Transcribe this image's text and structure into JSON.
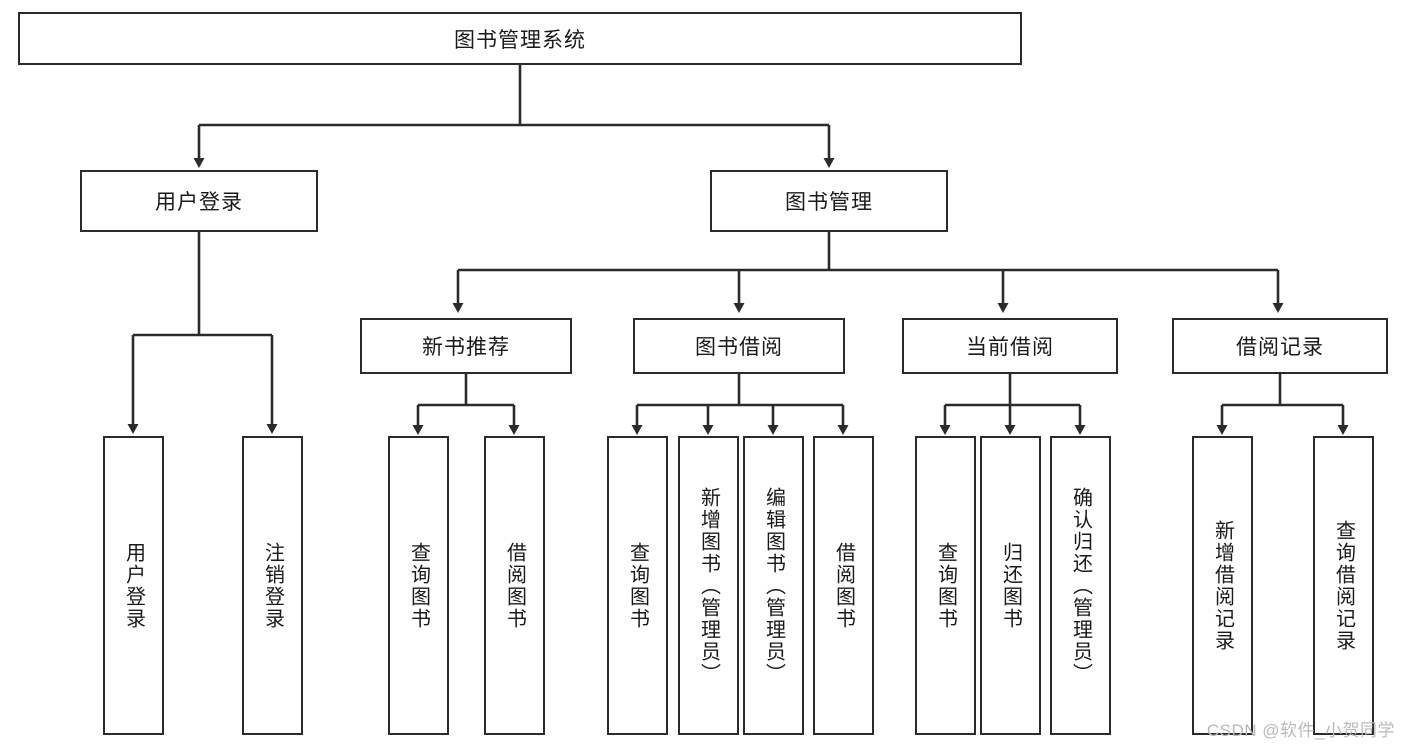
{
  "diagram": {
    "title": "图书管理系统",
    "type": "hierarchy-tree",
    "background_color": "#ffffff",
    "line_color": "#2b2b2b",
    "box_border_color": "#2b2b2b",
    "text_color": "#1a1a1a"
  },
  "nodes": {
    "root": {
      "label": "图书管理系统"
    },
    "level2": [
      {
        "label": "用户登录"
      },
      {
        "label": "图书管理"
      }
    ],
    "level3": [
      {
        "label": "新书推荐"
      },
      {
        "label": "图书借阅"
      },
      {
        "label": "当前借阅"
      },
      {
        "label": "借阅记录"
      }
    ],
    "leaves": {
      "user_login": [
        {
          "label": "用户登录"
        },
        {
          "label": "注销登录"
        }
      ],
      "new_book_recommend": [
        {
          "label": "查询图书"
        },
        {
          "label": "借阅图书"
        }
      ],
      "book_borrow": [
        {
          "label": "查询图书"
        },
        {
          "label": "新增图书（管理员）"
        },
        {
          "label": "编辑图书（管理员）"
        },
        {
          "label": "借阅图书"
        }
      ],
      "current_borrow": [
        {
          "label": "查询图书"
        },
        {
          "label": "归还图书"
        },
        {
          "label": "确认归还（管理员）"
        }
      ],
      "borrow_record": [
        {
          "label": "新增借阅记录"
        },
        {
          "label": "查询借阅记录"
        }
      ]
    }
  },
  "watermark": {
    "text": "CSDN @软件_小贺同学"
  }
}
